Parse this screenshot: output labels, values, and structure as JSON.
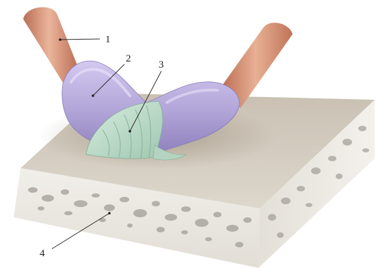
{
  "diagram": {
    "callouts": [
      {
        "id": "1",
        "label": "1"
      },
      {
        "id": "2",
        "label": "2"
      },
      {
        "id": "3",
        "label": "3"
      },
      {
        "id": "4",
        "label": "4"
      }
    ]
  },
  "colors": {
    "background": "#ffffff",
    "vessel": "#d9977b",
    "wrap_sleeve": "#b7abda",
    "patch": "#b9d8c6",
    "block_top": "#d6cfc2",
    "block_side": "#e9e6df",
    "pores": "#9d9a94"
  }
}
